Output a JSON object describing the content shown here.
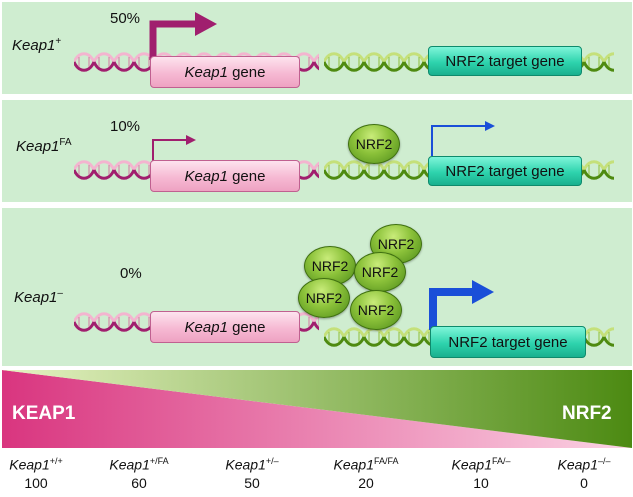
{
  "rows": [
    {
      "gene_italic": "Keap1",
      "superscript": "+",
      "percent": "50%",
      "keap_gene_italic": "Keap1",
      "keap_gene_suffix": " gene",
      "target_label": "NRF2 target gene"
    },
    {
      "gene_italic": "Keap1",
      "superscript": "FA",
      "percent": "10%",
      "keap_gene_italic": "Keap1",
      "keap_gene_suffix": " gene",
      "target_label": "NRF2 target gene",
      "nrf2": "NRF2"
    },
    {
      "gene_italic": "Keap1",
      "superscript": "–",
      "percent": "0%",
      "keap_gene_italic": "Keap1",
      "keap_gene_suffix": " gene",
      "target_label": "NRF2 target gene",
      "nrf2_labels": [
        "NRF2",
        "NRF2",
        "NRF2",
        "NRF2",
        "NRF2"
      ]
    }
  ],
  "gradient": {
    "left_label": "KEAP1",
    "right_label": "NRF2"
  },
  "genotypes": [
    {
      "base": "Keap1",
      "sup": "+/+",
      "value": "100"
    },
    {
      "base": "Keap1",
      "sup": "+/FA",
      "value": "60"
    },
    {
      "base": "Keap1",
      "sup": "+/–",
      "value": "50"
    },
    {
      "base": "Keap1",
      "sup": "FA/FA",
      "value": "20"
    },
    {
      "base": "Keap1",
      "sup": "FA/–",
      "value": "10"
    },
    {
      "base": "Keap1",
      "sup": "–/–",
      "value": "0"
    }
  ],
  "colors": {
    "panel_bg": "#cfedd0",
    "keap_magenta": "#a01f6e",
    "arrow_blue": "#1a4fd8",
    "keap_pink": "#e0468f",
    "nrf2_green": "#5c9a12"
  }
}
